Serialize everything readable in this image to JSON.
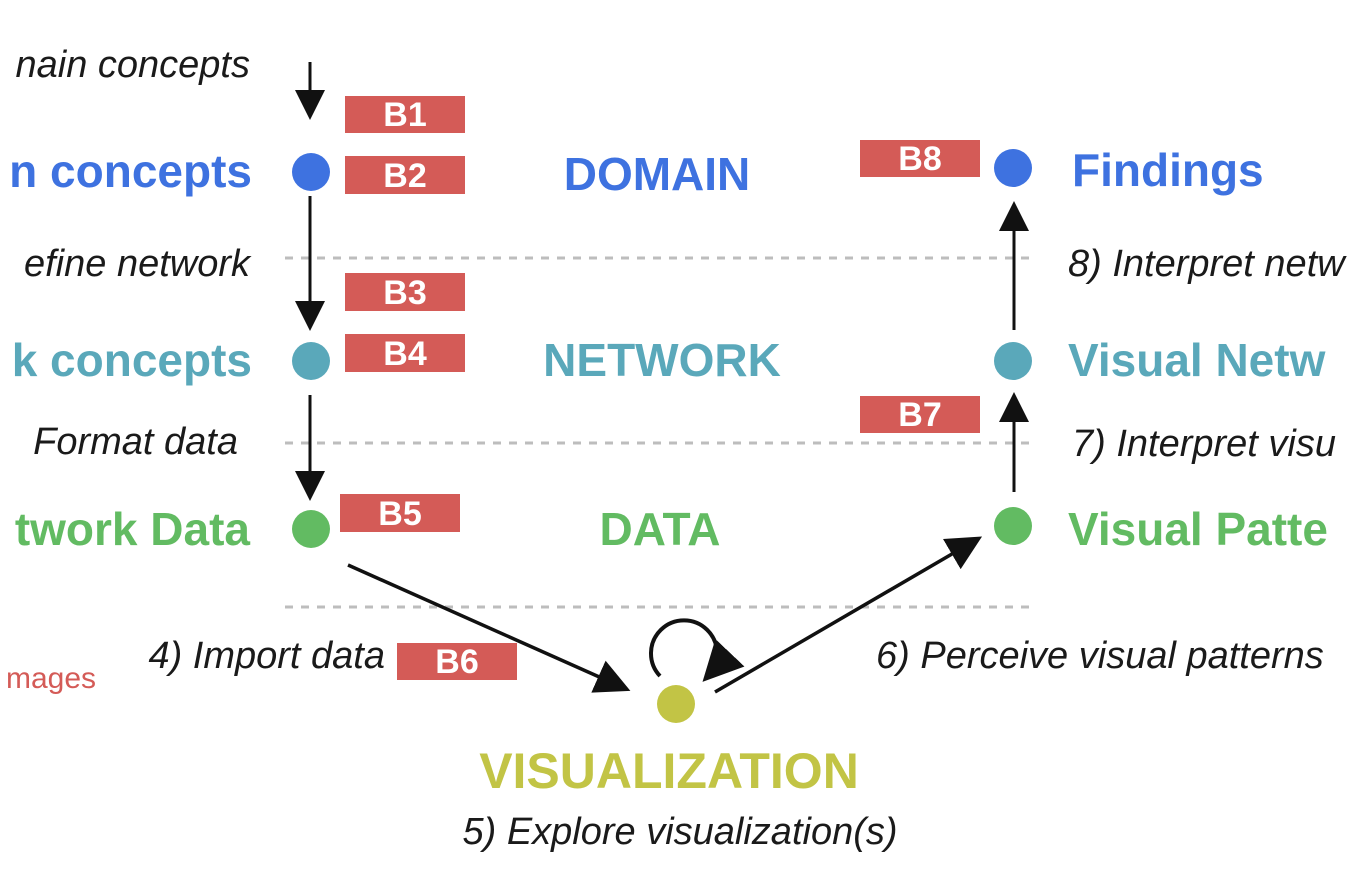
{
  "colors": {
    "domain": "#3e72e0",
    "network": "#5aa8ba",
    "data": "#62bb62",
    "visualization": "#c2c445",
    "barrier": "#d45b57",
    "divider": "#bdbdbd",
    "arrow": "#111111",
    "text": "#1a1a1a"
  },
  "layers": {
    "domain": "DOMAIN",
    "network": "NETWORK",
    "data": "DATA",
    "visualization": "VISUALIZATION"
  },
  "left_nodes": {
    "domain": "n concepts",
    "network": "k concepts",
    "data": "twork Data"
  },
  "right_nodes": {
    "domain": "Findings",
    "network": "Visual Netw",
    "data": "Visual Patte"
  },
  "steps": {
    "s1": "nain concepts",
    "s2": "efine network",
    "s3": "Format data",
    "s4": "4) Import data",
    "s5": "5) Explore visualization(s)",
    "s6": "6) Perceive visual patterns",
    "s7": "7) Interpret visu",
    "s8": "8) Interpret netw"
  },
  "barriers": {
    "b1": "B1",
    "b2": "B2",
    "b3": "B3",
    "b4": "B4",
    "b5": "B5",
    "b6": "B6",
    "b7": "B7",
    "b8": "B8"
  },
  "legend": {
    "images": "mages"
  }
}
